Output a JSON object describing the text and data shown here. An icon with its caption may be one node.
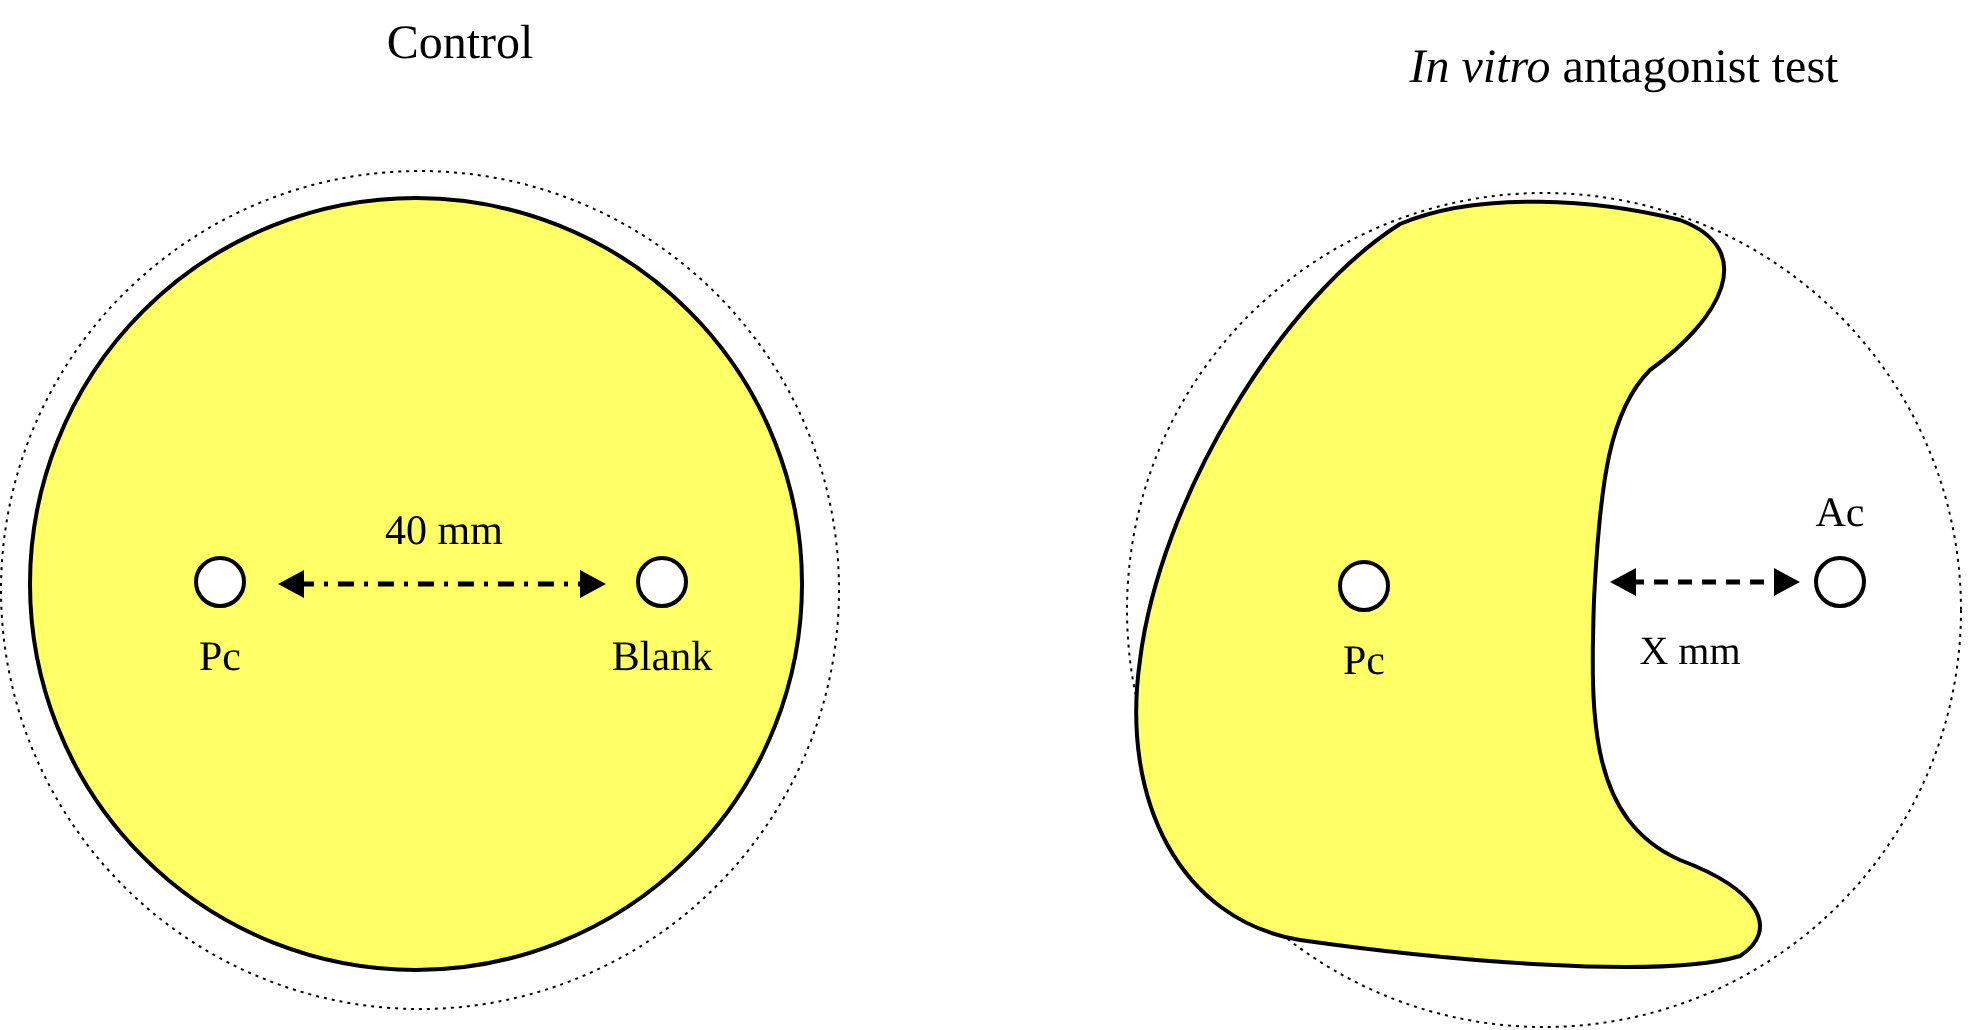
{
  "diagram": {
    "nodes": [
      {
        "text": [],
        "shape": "circle"
      },
      {
        "text": [],
        "shape": "circle",
        "in": 0
      },
      {
        "text": [],
        "shape": "circle",
        "in": 1,
        "beside": [
          "Pc"
        ]
      },
      {
        "text": [],
        "shape": "circle",
        "in": 1,
        "beside": [
          "Blank"
        ]
      },
      {
        "text": [],
        "shape": "circle"
      },
      {
        "text": [],
        "shape": "crescent",
        "in": 4
      },
      {
        "text": [],
        "shape": "circle",
        "in": 5,
        "beside": [
          "Pc"
        ]
      },
      {
        "text": [],
        "shape": "circle",
        "in": 4,
        "beside": [
          "Ac"
        ]
      }
    ],
    "edges": [],
    "labels": [
      "Control",
      "*In vitro* antagonist test",
      "40 mm",
      "X mm"
    ]
  }
}
